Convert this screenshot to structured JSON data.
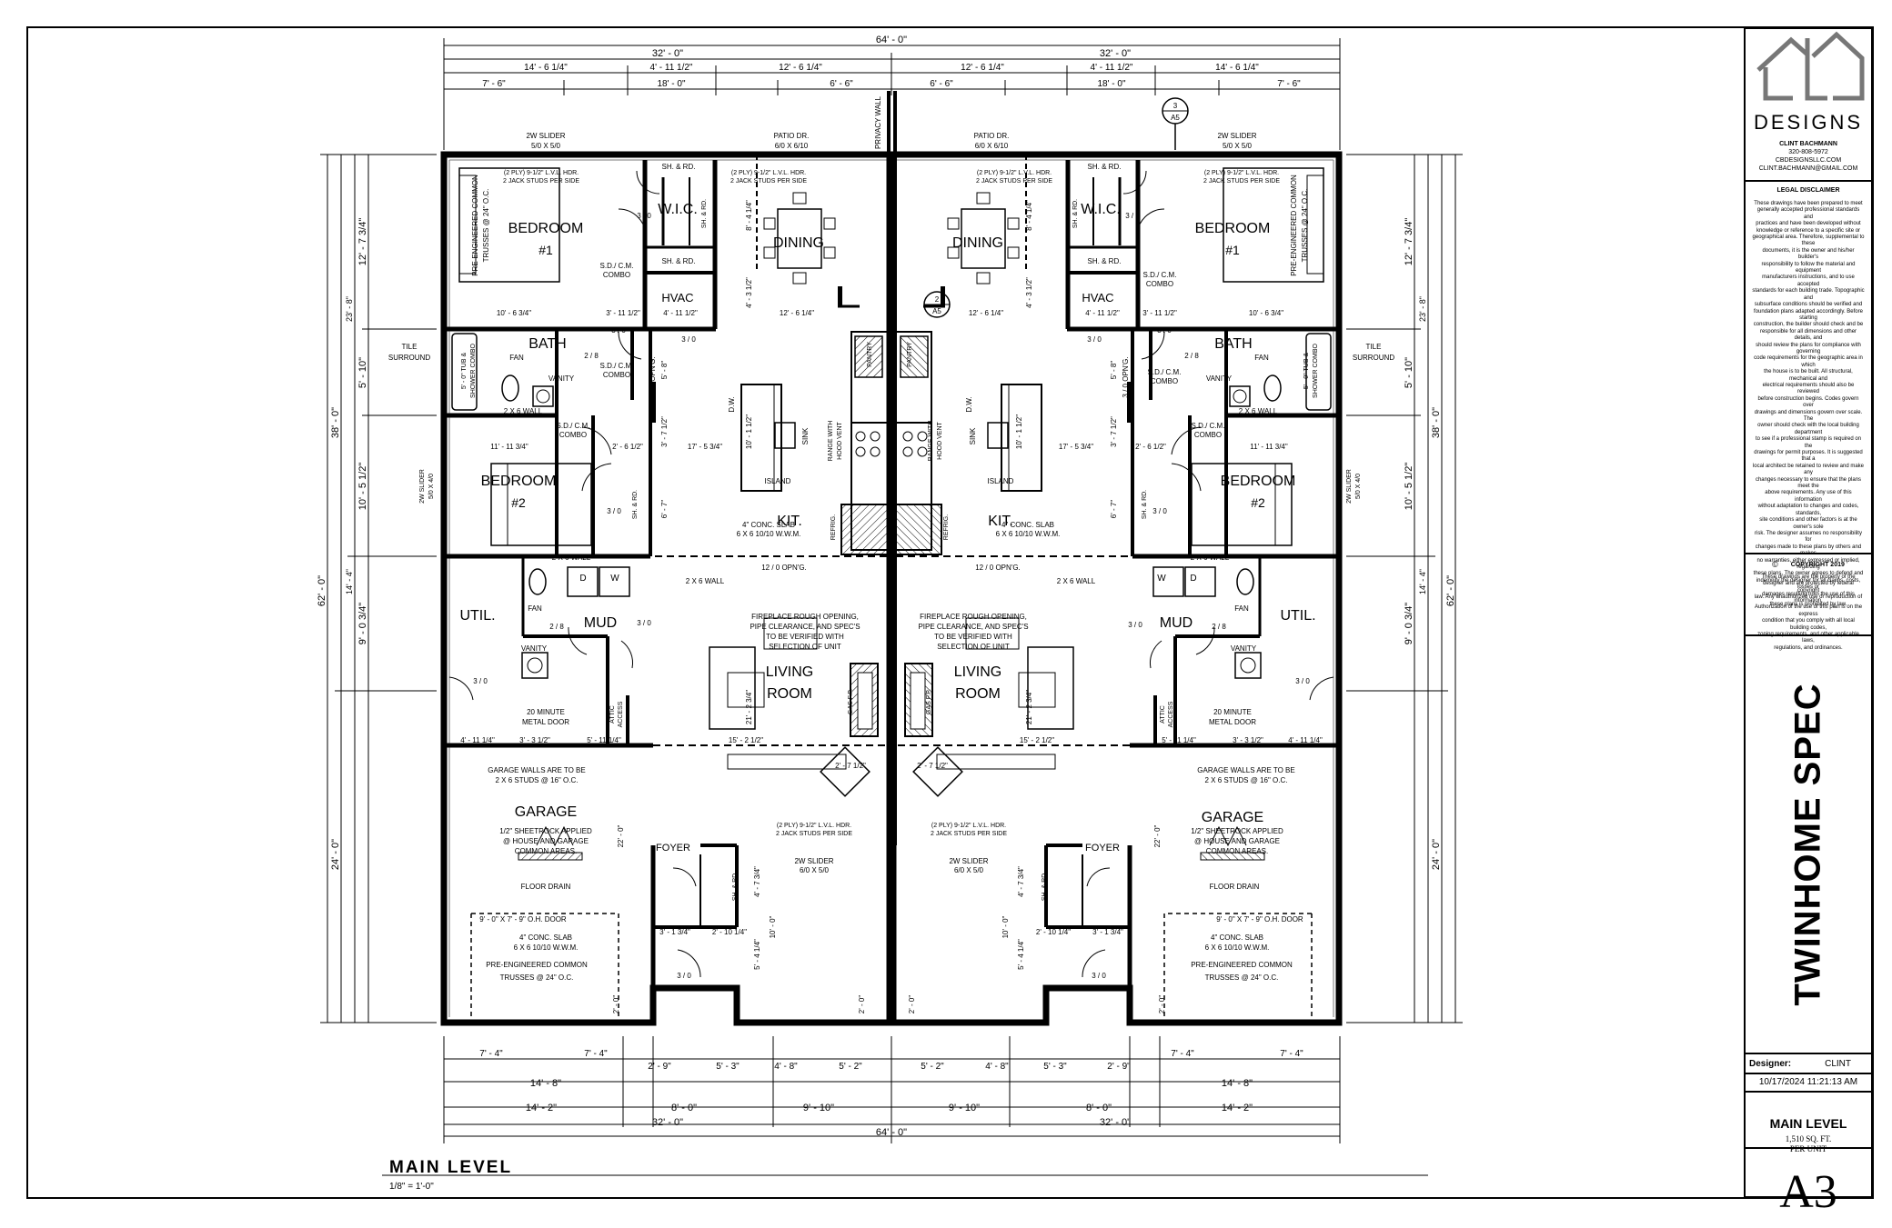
{
  "title_block": {
    "logo_text": "DESIGNS",
    "designer_name": "CLINT BACHMANN",
    "phone": "320-808-5972",
    "website": "CBDESIGNSLLC.COM",
    "email": "CLINT.BACHMANN@GMAIL.COM",
    "disclaimer_title": "LEGAL DISCLAIMER",
    "disclaimer_lines": [
      "These drawings have been prepared to meet",
      "generally accepted professional standards and",
      "practices and have been developed without",
      "knowledge or reference to a specific site or",
      "geographical area. Therefore, supplemental to these",
      "documents, it is the owner and his/her builder's",
      "responsibility to follow the material and equipment",
      "manufacturers instructions, and to use accepted",
      "standards for each building trade. Topographic and",
      "subsurface conditions should be verified and",
      "foundation plans adapted accordingly. Before starting",
      "construction, the builder should check and be",
      "responsible for all dimensions and other details, and",
      "should review the plans for compliance with governing",
      "code requirements for the geographic area in which",
      "the house is to be built. All structural, mechanical and",
      "electrical requirements should also be reviewed",
      "before construction begins. Codes govern over",
      "drawings and dimensions govern over scale. The",
      "owner should check with the local building department",
      "to see if a professional stamp is required on the",
      "drawings for permit purposes. It is suggested that a",
      "local architect be retained to review and make any",
      "changes necessary to ensure that the plans meet the",
      "above requirements. Any use of this information",
      "without adaptation to changes and codes, standards,",
      "site conditions and other factors is at the owner's sole",
      "risk. The designer assumes no responsibility for",
      "changes made to these plans by others and makes",
      "no warranties, either expressed or implied, regarding",
      "these plans. The owner agrees to defend and",
      "indemnify the designer for all claims, costs, losses or",
      "damages resulting from the use of this information.",
      "Authorization of the use of this plan is on the express",
      "condition that you comply with all local building codes,",
      "zoning requirements, and other applicable laws,",
      "regulations, and ordinances."
    ],
    "copyright_symbol": "©",
    "copyright_title": "COPYRIGHT 2019",
    "copyright_lines": [
      "These drawings are the property of the",
      "designer and are protected by federal copyright",
      "law. Any unauthorized use or reproduction of",
      "these plans is prohibited by law."
    ],
    "project_title": "TWINHOME SPEC",
    "designer_label": "Designer:",
    "designer_value": "CLINT",
    "date": "10/17/2024 11:21:13 AM",
    "sheet_title": "MAIN LEVEL",
    "area": "1,510 SQ. FT.",
    "area_note": "PER UNIT",
    "sheet_number": "A3"
  },
  "drawing": {
    "title": "MAIN LEVEL",
    "scale": "1/8\" = 1'-0\"",
    "privacy_wall": "PRIVACY WALL",
    "overall_width": "64' - 0\"",
    "half_width": "32' - 0\"",
    "overall_depth": "62' - 0\"",
    "top_dims_row2": [
      "14' - 6 1/4\"",
      "4' - 11 1/2\"",
      "12' - 6 1/4\"",
      "12' - 6 1/4\"",
      "4' - 11 1/2\"",
      "14' - 6 1/4\""
    ],
    "top_dims_row3": [
      "7' - 6\"",
      "18' - 0\"",
      "6' - 6\"",
      "6' - 6\"",
      "18' - 0\"",
      "7' - 6\""
    ],
    "bottom_dims_row1": [
      "7' - 4\"",
      "7' - 4\"",
      "2' - 9\"",
      "5' - 3\"",
      "4' - 8\"",
      "5' - 2\"",
      "5' - 2\"",
      "4' - 8\"",
      "5' - 3\"",
      "2' - 9\"",
      "7' - 4\"",
      "7' - 4\""
    ],
    "bottom_dims_row2": [
      "14' - 8\"",
      "14' - 8\""
    ],
    "bottom_dims_row3": [
      "14' - 2\"",
      "8' - 0\"",
      "9' - 10\"",
      "9' - 10\"",
      "8' - 0\"",
      "14' - 2\""
    ],
    "side_dims_outer": [
      "38' - 0\"",
      "24' - 0\""
    ],
    "side_dims_mid": [
      "23' - 8\"",
      "14' - 4\""
    ],
    "side_dims_inner": [
      "12' - 7 3/4\"",
      "5' - 10\"",
      "10' - 5 1/2\"",
      "9' - 0 3/4\""
    ],
    "rooms": {
      "bedroom1": "BEDROOM",
      "bedroom1_num": "#1",
      "bedroom2": "BEDROOM",
      "bedroom2_num": "#2",
      "wic": "W.I.C.",
      "dining": "DINING",
      "hvac": "HVAC",
      "bath": "BATH",
      "kit": "KIT.",
      "living": "LIVING",
      "room": "ROOM",
      "util": "UTIL.",
      "mud": "MUD",
      "garage": "GARAGE",
      "foyer": "FOYER"
    },
    "notes": {
      "slider_2w_55": "2W SLIDER",
      "slider_55": "5/0 X 5/0",
      "patio_dr": "PATIO DR.",
      "patio_size": "6/0 X 6/10",
      "hdr1": "(2 PLY) 9-1/2\" L.V.L. HDR.",
      "hdr2": "2 JACK STUDS PER SIDE",
      "sh_rd": "SH. & RD.",
      "truss1": "PRE-ENGINEERED COMMON",
      "truss2": "TRUSSES @ 24\" O.C.",
      "sdcm1": "S.D./ C.M.",
      "sdcm2": "COMBO",
      "door30": "3 / 0",
      "door28": "2 / 8",
      "opng30": "3 / 0 OPN'G.",
      "opng120": "12 / 0 OPN'G.",
      "tile1": "TILE",
      "tile2": "SURROUND",
      "tub1": "5' - 0\" TUB &",
      "tub2": "SHOWER COMBO",
      "fan": "FAN",
      "vanity": "VANITY",
      "wall2x6": "2 X 6 WALL",
      "slider_54": "5/0 X 4/0",
      "dw": "D.W.",
      "sink": "SINK",
      "island": "ISLAND",
      "range1": "RANGE WITH",
      "range2": "HOOD VENT",
      "refrig": "REFRIG.",
      "pantry": "PANTRY",
      "slab1": "4\" CONC. SLAB",
      "slab2": "6 X 6 10/10 W.W.M.",
      "fp1": "FIREPLACE ROUGH OPENING,",
      "fp2": "PIPE CLEARANCE, AND SPEC'S",
      "fp3": "TO BE VERIFIED WITH",
      "fp4": "SELECTION OF UNIT",
      "gasfp": "GAS F.P.",
      "metal1": "20 MINUTE",
      "metal2": "METAL DOOR",
      "attic1": "ATTIC",
      "attic2": "ACCESS",
      "gw1": "GARAGE WALLS ARE TO BE",
      "gw2": "2 X 6 STUDS @ 16\" O.C.",
      "sr1": "1/2\" SHEETROCK APPLIED",
      "sr2": "@ HOUSE AND GARAGE",
      "sr3": "COMMON AREAS.",
      "drain": "FLOOR DRAIN",
      "ohdoor": "9' - 0\" X 7' - 9\" O.H. DOOR",
      "slider_650": "6/0 X 5/0",
      "hdr_garage": "(2 PLY) 9-1/2\" L.V.L. HDR.",
      "d_label": "D",
      "w_label": "W"
    },
    "interior_dims": {
      "bed1_w": "10' - 6 3/4\"",
      "hall1": "3' - 11 1/2\"",
      "hvac_w": "4' - 11 1/2\"",
      "dining_w": "12' - 6 1/4\"",
      "bed2_w": "11' - 11 3/4\"",
      "bath_door": "2' - 6 1/2\"",
      "kit_w": "17' - 5 3/4\"",
      "liv_w": "15' - 2 1/2\"",
      "u1": "4' - 11 1/4\"",
      "u2": "3' - 3 1/2\"",
      "u3": "5' - 11 1/4\"",
      "fp_d": "2' - 7 1/2\"",
      "f1": "3' - 1 3/4\"",
      "f2": "2' - 10 1/4\"",
      "v_dining": "8' - 4 1/4\"",
      "v_hvac": "4' - 3 1/2\"",
      "v_hall": "5' - 8\"",
      "v_hall2": "3' - 7 1/2\"",
      "v_isl": "10' - 1 1/2\"",
      "v_kit": "6' - 7\"",
      "v_liv": "21' - 2 3/4\"",
      "v_gar": "22' - 0\"",
      "v_foyer": "4' - 7 3/4\"",
      "v_foyer2": "10' - 0\"",
      "v_foyer3": "5' - 4 1/4\"",
      "v_small": "2' - 0\""
    },
    "callouts": {
      "sec_num": "3",
      "sec_sheet": "A5",
      "sec2_num": "2",
      "sec2_sheet": "A5"
    }
  }
}
